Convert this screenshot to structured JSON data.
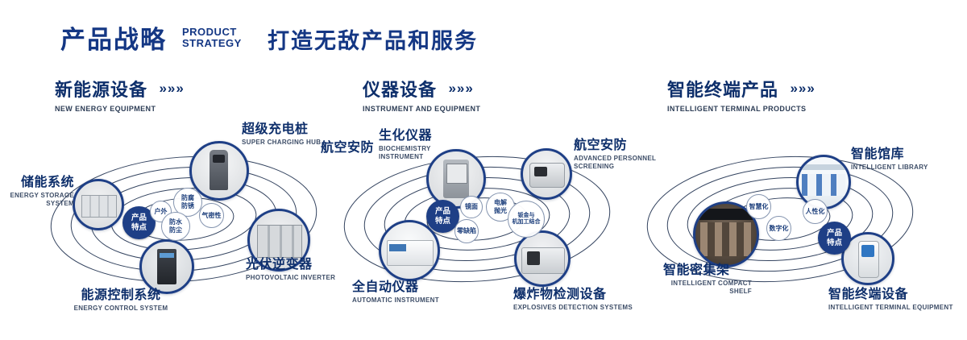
{
  "header": {
    "title": "产品战略",
    "subtitle": "PRODUCT\nSTRATEGY",
    "slogan": "打造无敌产品和服务"
  },
  "sections": [
    {
      "title": "新能源设备",
      "arrows": "»»»",
      "subtitle": "NEW ENERGY EQUIPMENT",
      "badge": "产品\n特点",
      "features": [
        "防腐\n防锈",
        "户外",
        "气密性",
        "防水\n防尘"
      ],
      "products": [
        {
          "name": "超级充电桩",
          "en": "SUPER CHARGING HUB"
        },
        {
          "name": "储能系统",
          "en": "ENERGY STORAGE\nSYSTEM"
        },
        {
          "name": "光伏逆变器",
          "en": "PHOTOVOLTAIC INVERTER"
        },
        {
          "name": "能源控制系统",
          "en": "ENERGY CONTROL SYSTEM"
        }
      ]
    },
    {
      "title": "仪器设备",
      "arrows": "»»»",
      "subtitle": "INSTRUMENT AND EQUIPMENT",
      "badge": "产品\n特点",
      "side_label": "航空安防",
      "features": [
        "镜面",
        "电解\n抛光",
        "零缺陷",
        "钣金与\n机加工结合"
      ],
      "products": [
        {
          "name": "生化仪器",
          "en": "BIOCHEMISTRY\nINSTRUMENT"
        },
        {
          "name": "航空安防",
          "en": "ADVANCED PERSONNEL\nSCREENING"
        },
        {
          "name": "全自动仪器",
          "en": "AUTOMATIC INSTRUMENT"
        },
        {
          "name": "爆炸物检测设备",
          "en": "EXPLOSIVES DETECTION SYSTEMS"
        }
      ]
    },
    {
      "title": "智能终端产品",
      "arrows": "»»»",
      "subtitle": "INTELLIGENT TERMINAL PRODUCTS",
      "badge": "产品\n特点",
      "features": [
        "智慧化",
        "人性化",
        "数字化"
      ],
      "products": [
        {
          "name": "智能馆库",
          "en": "INTELLIGENT LIBRARY"
        },
        {
          "name": "智能密集架",
          "en": "INTELLIGENT COMPACT\nSHELF"
        },
        {
          "name": "智能终端设备",
          "en": "INTELLIGENT TERMINAL EQUIPMENT"
        }
      ]
    }
  ],
  "colors": {
    "navy": "#143784",
    "orbit": "#33435f",
    "badge_bg": "#1e3f86"
  }
}
